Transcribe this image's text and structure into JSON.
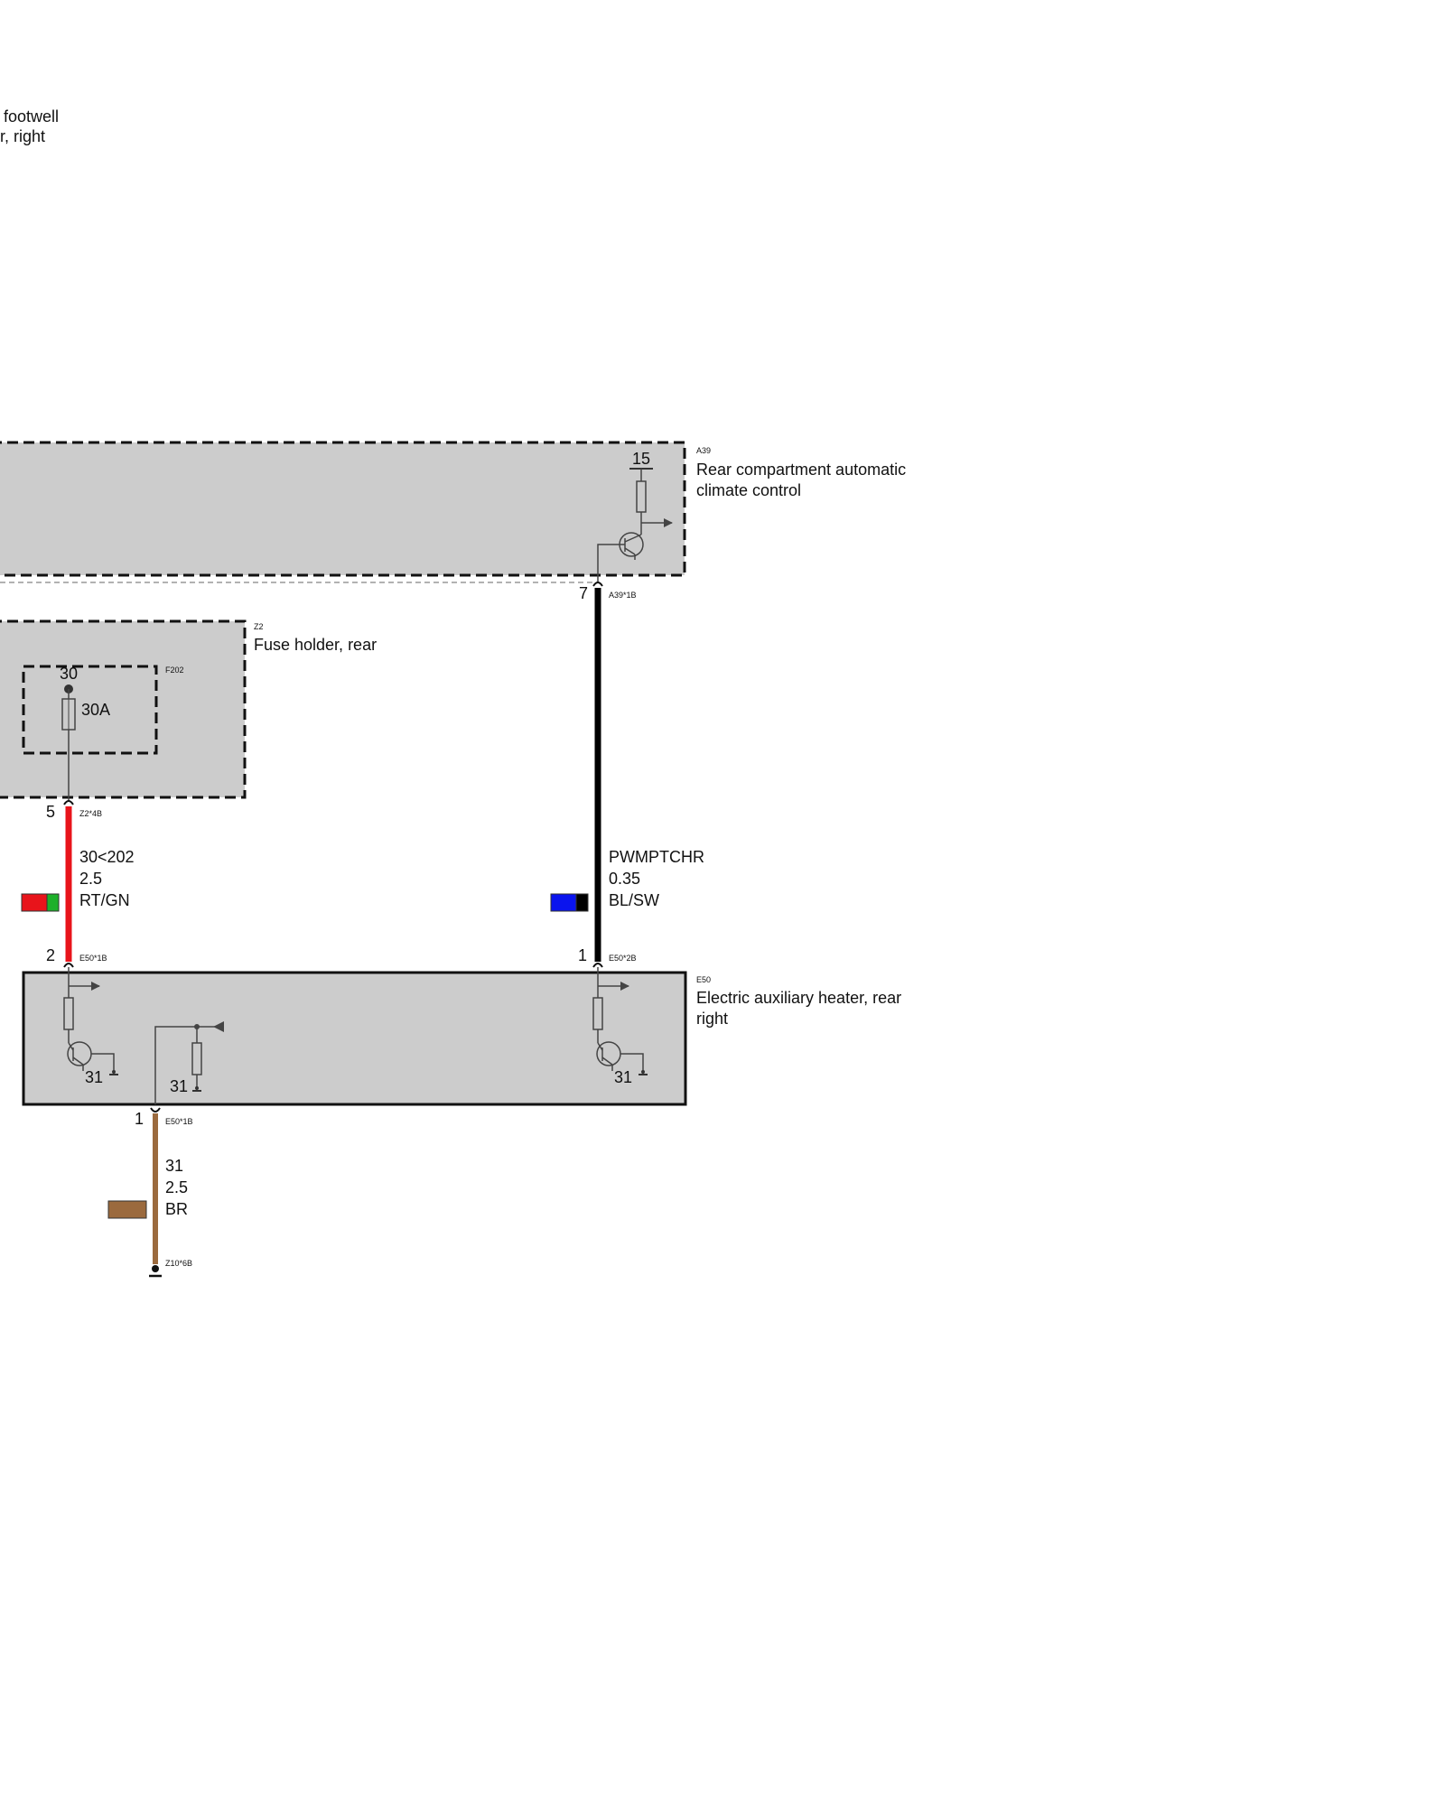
{
  "colors": {
    "box_fill": "#cccccc",
    "wire_red": "#e8141b",
    "wire_green": "#1db02a",
    "wire_black": "#000000",
    "wire_blue": "#0a14ee",
    "wire_brown": "#9b6a3e",
    "symbol": "#444444"
  },
  "top_left_component": {
    "label_line1": "footwell",
    "label_line2": "r, right"
  },
  "a39": {
    "code": "A39",
    "name_line1": "Rear compartment automatic",
    "name_line2": "climate control",
    "terminal_15": "15",
    "pin": "7",
    "connector": "A39*1B"
  },
  "z2": {
    "code": "Z2",
    "name": "Fuse holder, rear",
    "fuse_code": "F202",
    "terminal": "30",
    "rating": "30A",
    "pin": "5",
    "connector": "Z2*4B"
  },
  "wire_red": {
    "signal": "30<202",
    "gauge": "2.5",
    "color_code": "RT/GN",
    "swatch": [
      "red",
      "green"
    ]
  },
  "wire_black": {
    "signal": "PWMPTCHR",
    "gauge": "0.35",
    "color_code": "BL/SW",
    "swatch": [
      "blue",
      "black"
    ]
  },
  "e50": {
    "code": "E50",
    "name_line1": "Electric auxiliary heater, rear",
    "name_line2": "right",
    "pin_left": "2",
    "connector_left": "E50*1B",
    "pin_right": "1",
    "connector_right": "E50*2B",
    "ground_31_a": "31",
    "ground_31_b": "31",
    "ground_31_c": "31",
    "pin_bottom": "1",
    "connector_bottom": "E50*1B"
  },
  "wire_brown": {
    "signal": "31",
    "gauge": "2.5",
    "color_code": "BR",
    "ground_connector": "Z10*6B"
  }
}
